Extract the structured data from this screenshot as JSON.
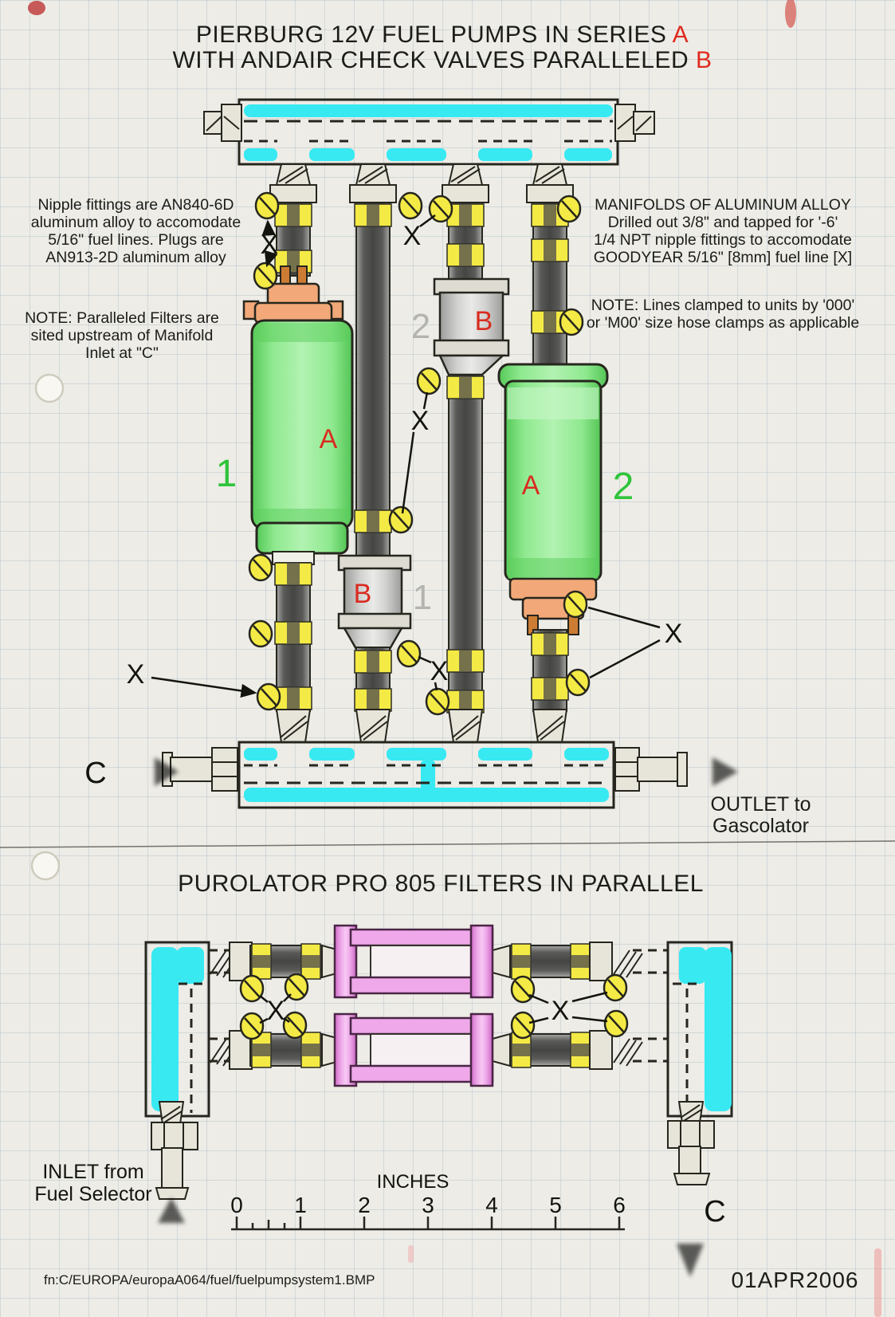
{
  "titles": {
    "top_line1": "PIERBURG 12V FUEL PUMPS IN SERIES",
    "top_mark1": "A",
    "top_line2": "WITH ANDAIR CHECK VALVES PARALLELED",
    "top_mark2": "B",
    "bottom": "PUROLATOR PRO 805 FILTERS IN PARALLEL"
  },
  "annotations": {
    "nipple_note": "Nipple fittings are AN840-6D\naluminum alloy to accomodate\n5/16\" fuel lines.    Plugs are\nAN913-2D aluminum alloy",
    "filters_note": "NOTE:  Paralleled Filters are\nsited upstream of  Manifold\nInlet at \"C\"",
    "manifolds_note": "MANIFOLDS OF ALUMINUM ALLOY\nDrilled out 3/8\" and tapped for  '-6'\n1/4 NPT nipple fittings to accomodate\nGOODYEAR 5/16\" [8mm] fuel line [X]",
    "clamps_note": "NOTE:  Lines clamped to units by '000'\nor 'M00' size hose clamps as applicable"
  },
  "labels": {
    "x_mark": "X",
    "inlet_c": "C",
    "outlet_text": "OUTLET to\nGascolator",
    "pump_letter": "A",
    "check_letter": "B",
    "bottom_c": "C",
    "inlet_line1": "INLET from",
    "inlet_line2": "Fuel Selector",
    "scale_title": "INCHES",
    "scale_ticks": [
      "0",
      "1",
      "2",
      "3",
      "4",
      "5",
      "6"
    ]
  },
  "numbers": {
    "pump_left": "1",
    "pump_right": "2",
    "check_upper": "2",
    "check_lower": "1"
  },
  "footer": {
    "filename": "fn:C/EUROPA/europaA064/fuel/fuelpumpsystem1.BMP",
    "date": "01APR2006"
  },
  "colors": {
    "flow_red": "#f28080",
    "highlight_cyan": "#38e9f2",
    "pump_green": "#8ee88e",
    "filter_magenta": "#efa9ea",
    "clamp_yellow": "#f4ea45",
    "mark_red": "#d92b20",
    "number_green": "#2fc43a",
    "number_gray": "#b3b3b0",
    "paper": "#edece6"
  }
}
